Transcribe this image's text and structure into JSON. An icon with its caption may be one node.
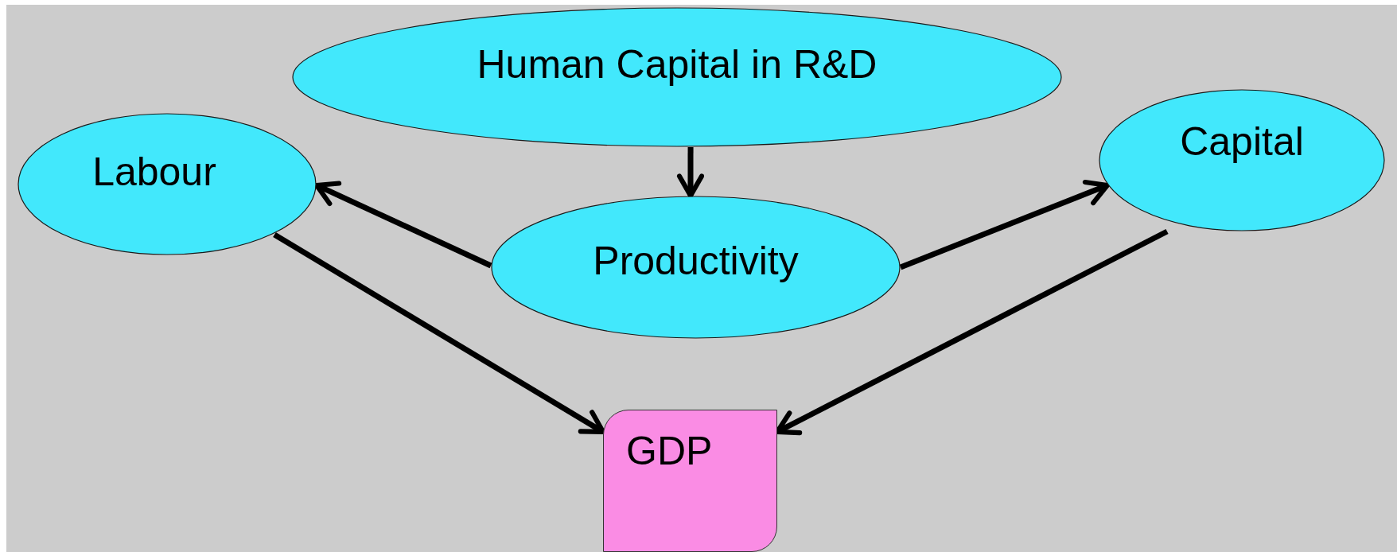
{
  "diagram": {
    "nodes": [
      {
        "text": [
          "Human Capital in R&D"
        ]
      },
      {
        "text": [
          "Labour"
        ]
      },
      {
        "text": [
          "Productivity"
        ]
      },
      {
        "text": [
          "Capital"
        ]
      },
      {
        "text": [
          "GDP"
        ]
      }
    ],
    "edges": [
      {
        "from": 0,
        "to": 2,
        "arrow": "to"
      },
      {
        "from": 2,
        "to": 1,
        "arrow": "to"
      },
      {
        "from": 2,
        "to": 3,
        "arrow": "to"
      },
      {
        "from": 1,
        "to": 4,
        "arrow": "to"
      },
      {
        "from": 3,
        "to": 4,
        "arrow": "to"
      }
    ]
  }
}
